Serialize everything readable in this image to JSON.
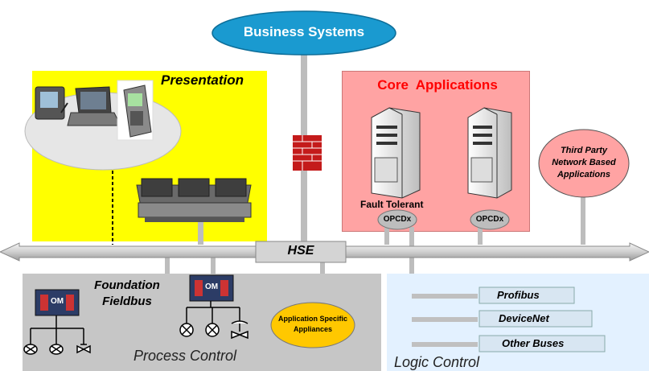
{
  "business_systems": "Business Systems",
  "presentation": "Presentation",
  "core_applications": "Core  Applications",
  "fault_tolerant": "Fault Tolerant",
  "opcdx_1": "OPCDx",
  "opcdx_2": "OPCDx",
  "third_party": [
    "Third Party",
    "Network Based",
    "Applications"
  ],
  "hse": "HSE",
  "foundation_fieldbus": [
    "Foundation",
    "Fieldbus"
  ],
  "om_1": "OM",
  "om_2": "OM",
  "application_specific": [
    "Application Specific",
    "Appliances"
  ],
  "process_control": "Process Control",
  "logic_control": "Logic Control",
  "buses": [
    "Profibus",
    "DeviceNet",
    "Other Buses"
  ],
  "colors": {
    "business_blue": "#1a9ad0",
    "presentation_yellow": "#ffff00",
    "core_pink": "#ffa0a0",
    "process_gray": "#c8c8c8",
    "logic_blue": "#e0f0ff",
    "application_orange": "#ffc800",
    "core_title_red": "#ff0000"
  }
}
